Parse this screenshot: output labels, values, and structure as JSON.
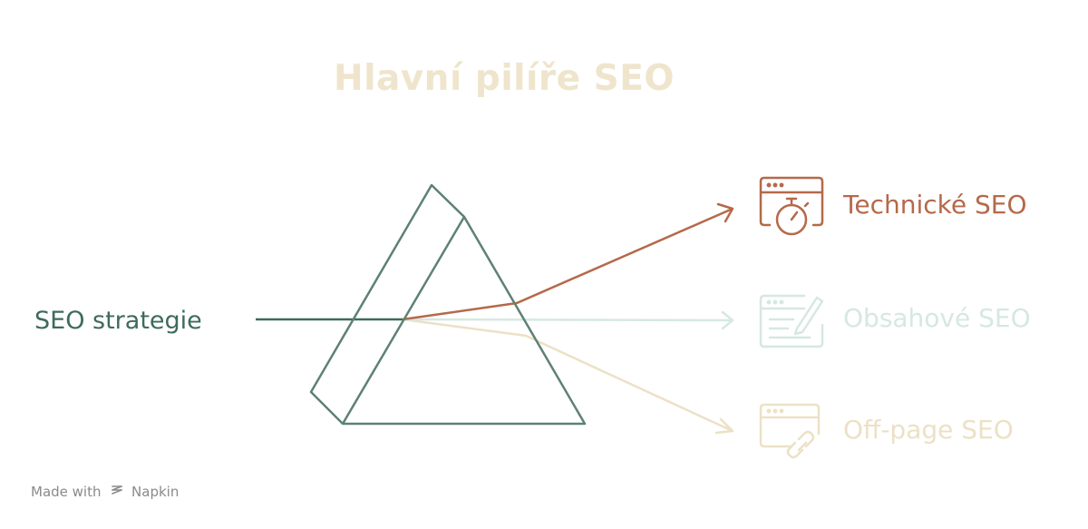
{
  "title": "Hlavní pilíře SEO",
  "source": {
    "label": "SEO strategie"
  },
  "outputs": [
    {
      "label": "Technické SEO",
      "icon": "browser-stopwatch-icon",
      "color": "#b5694a"
    },
    {
      "label": "Obsahové SEO",
      "icon": "document-edit-icon",
      "color": "#d6e8e1"
    },
    {
      "label": "Off-page SEO",
      "icon": "browser-link-icon",
      "color": "#ece1c6"
    }
  ],
  "colors": {
    "title": "#efe5cc",
    "prism": "#5e8175",
    "source": "#3e6b5b",
    "footer": "#8a8a8a"
  },
  "footer": {
    "prefix": "Made with",
    "brand": "Napkin"
  }
}
